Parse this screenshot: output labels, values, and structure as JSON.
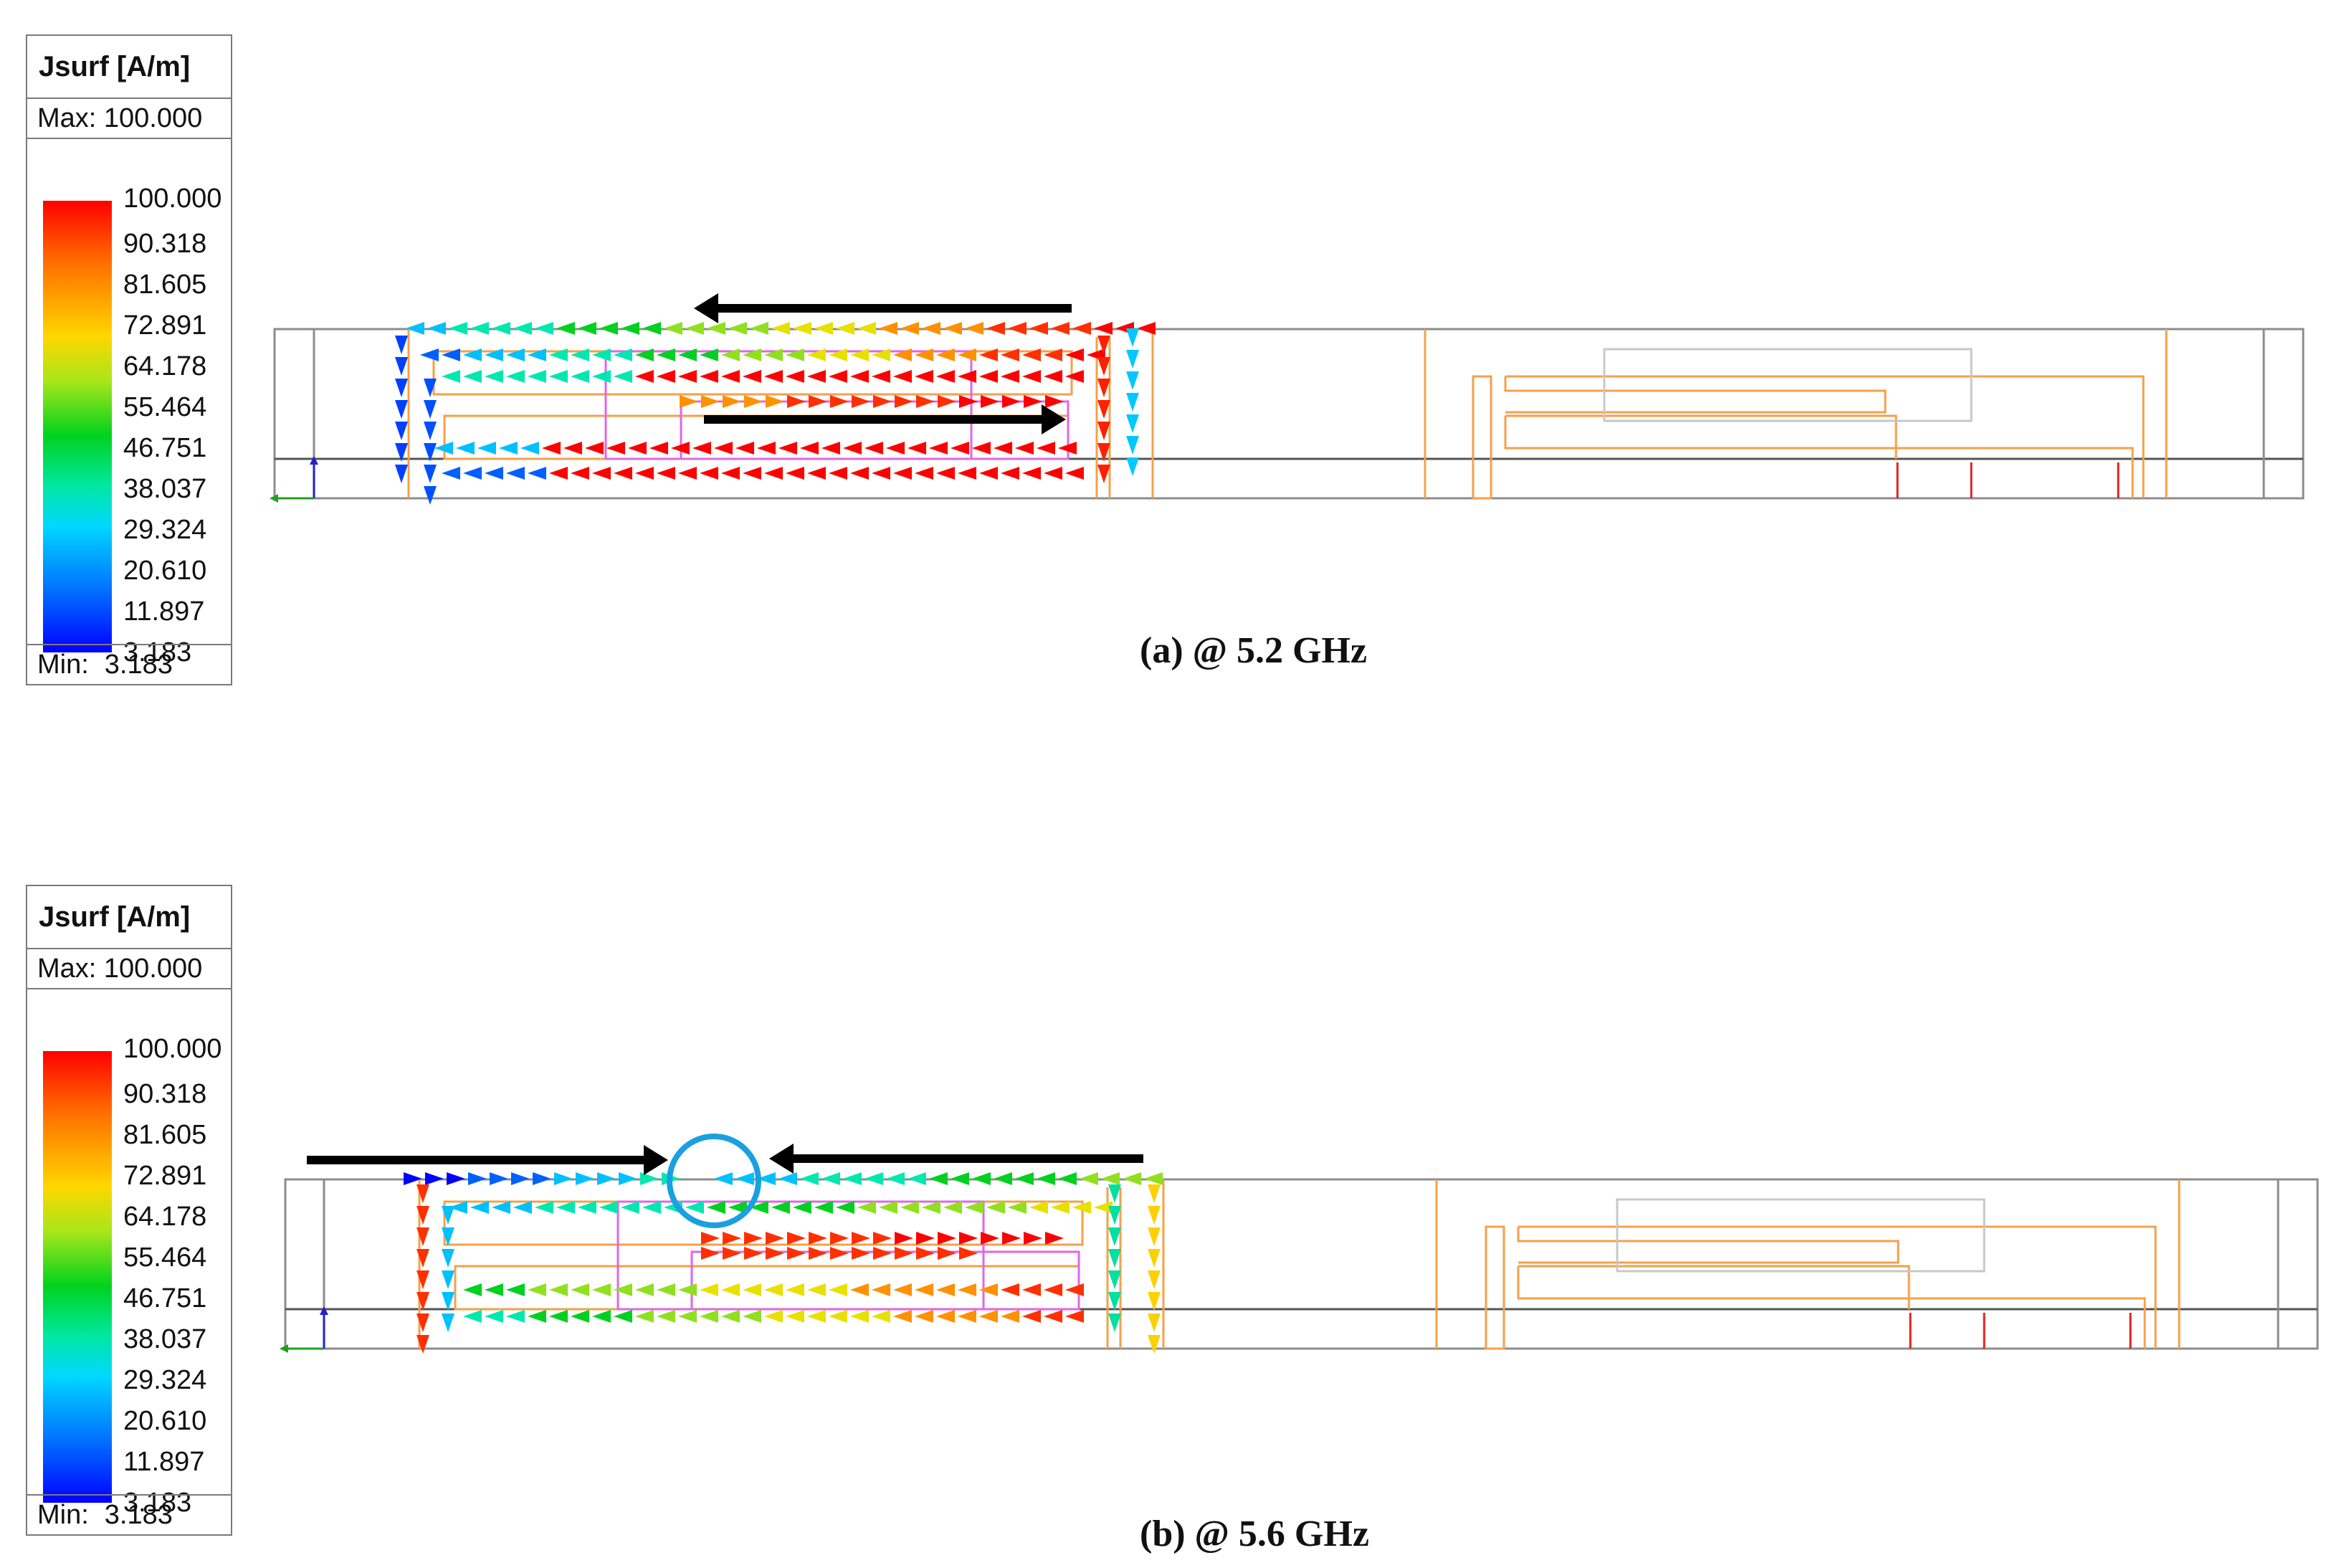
{
  "legend": {
    "title": "Jsurf [A/m]",
    "max_label": "Max: 100.000",
    "min_label": "Min:",
    "min_value": "3.183",
    "scale": [
      "100.000",
      "90.318",
      "81.605",
      "72.891",
      "64.178",
      "55.464",
      "46.751",
      "38.037",
      "29.324",
      "20.610",
      "11.897",
      "3.183"
    ]
  },
  "panels": [
    {
      "caption": "(a) @ 5.2 GHz"
    },
    {
      "caption": "(b) @ 5.6 GHz"
    }
  ],
  "colors": {
    "outline": "#8c8c8c",
    "trace": "#f5a04a",
    "feed": "#e02020",
    "pink_trace": "#e066e6",
    "guide_arrow": "#000000",
    "highlight_circle": "#1aa0e0"
  }
}
